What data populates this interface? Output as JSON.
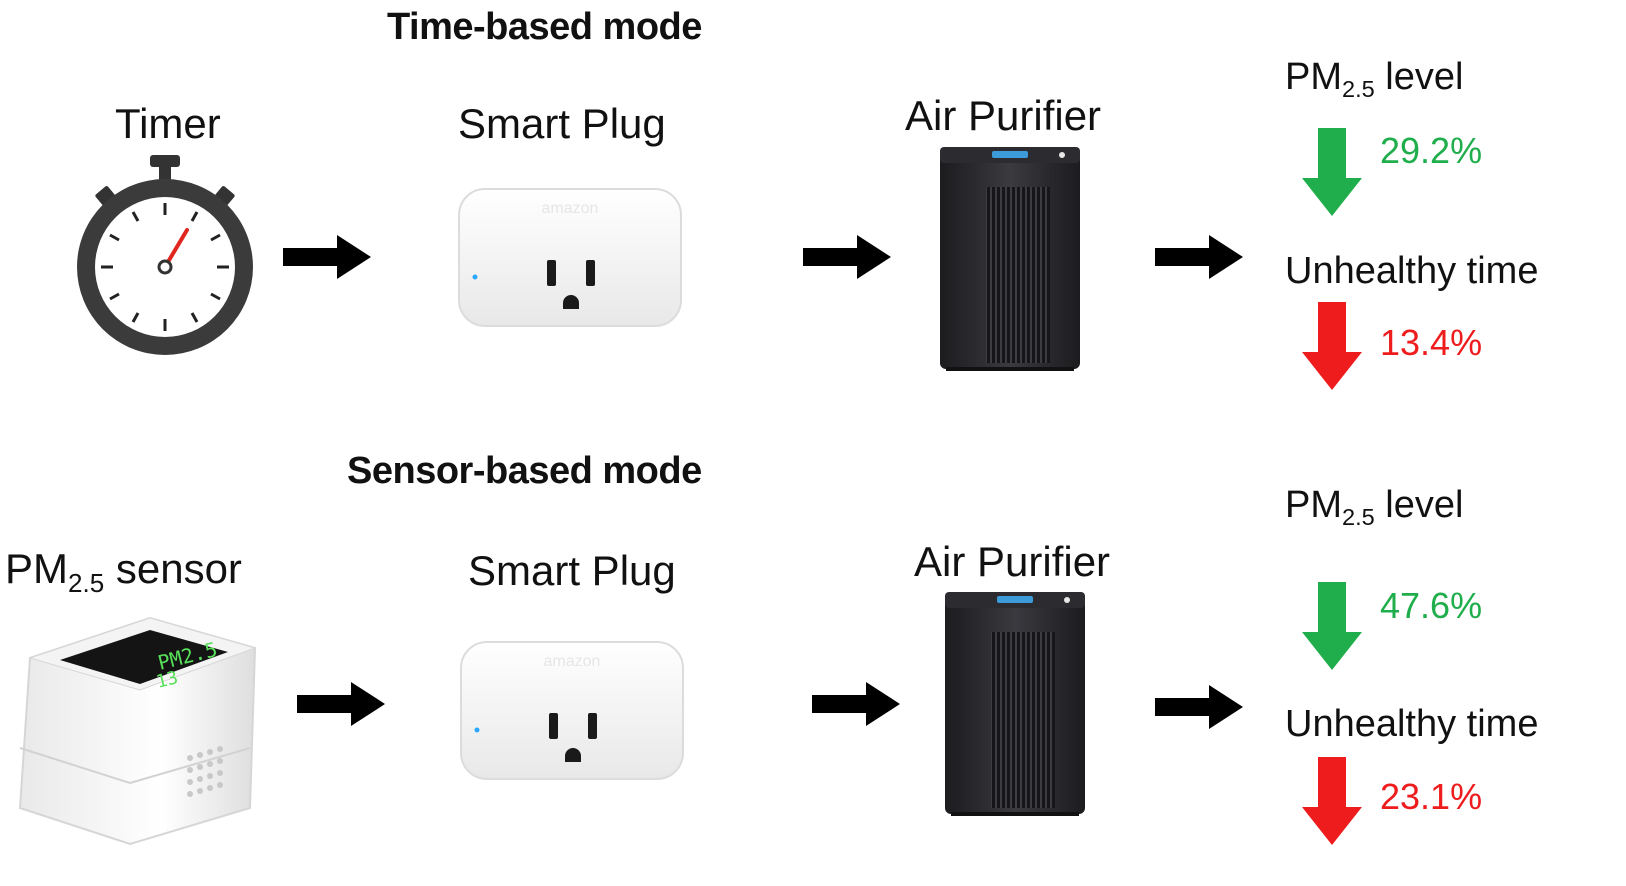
{
  "top": {
    "title": "Time-based mode",
    "source_label": "Timer",
    "plug_label": "Smart Plug",
    "purifier_label": "Air Purifier",
    "metric1": {
      "pre": "PM",
      "sub": "2.5",
      "post": " level"
    },
    "metric1_value": "29.2%",
    "metric2": "Unhealthy time",
    "metric2_value": "13.4%"
  },
  "bottom": {
    "title": "Sensor-based mode",
    "source_label": {
      "pre": "PM",
      "sub": "2.5",
      "post": " sensor"
    },
    "plug_label": "Smart Plug",
    "purifier_label": "Air Purifier",
    "metric1": {
      "pre": "PM",
      "sub": "2.5",
      "post": " level"
    },
    "metric1_value": "47.6%",
    "metric2": "Unhealthy time",
    "metric2_value": "23.1%"
  },
  "devices": {
    "plug_brand": "amazon",
    "sensor_display": "PM2.5",
    "sensor_reading": "13"
  },
  "colors": {
    "decrease_good": "#1fae4b",
    "decrease_bad": "#ee1c1c",
    "flow_arrow": "#000000"
  },
  "icons": [
    "stopwatch-icon",
    "smart-plug-icon",
    "air-purifier-icon",
    "pm-sensor-icon",
    "arrow-right-icon",
    "arrow-down-icon"
  ]
}
